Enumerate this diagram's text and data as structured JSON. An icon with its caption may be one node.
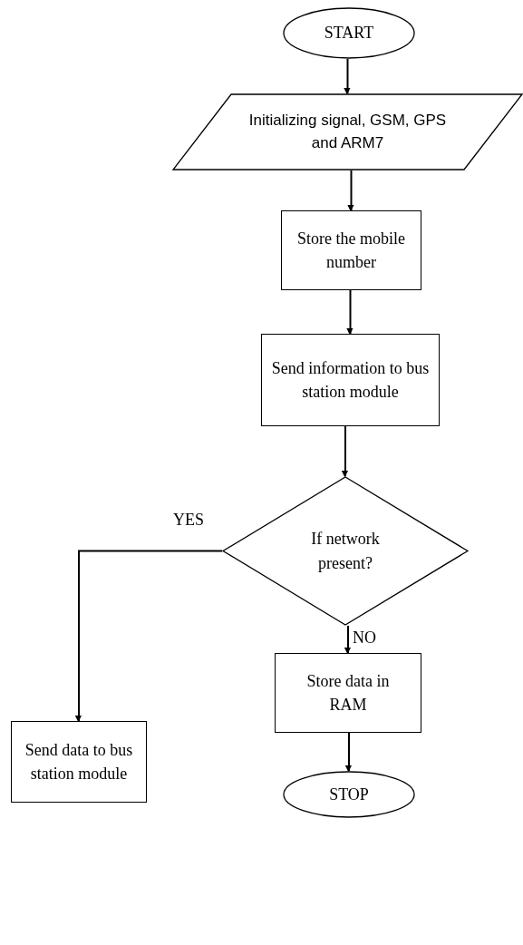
{
  "diagram": {
    "nodes": [
      {
        "text": [
          "START"
        ]
      },
      {
        "text": [
          "Initializing signal, GSM, GPS and ARM7"
        ]
      },
      {
        "text": [
          "Store the mobile number"
        ]
      },
      {
        "text": [
          "Send information to bus station module"
        ]
      },
      {
        "text": [
          "If network present?"
        ]
      },
      {
        "text": [
          "Send data to bus station module"
        ]
      },
      {
        "text": [
          "Store data in RAM"
        ]
      },
      {
        "text": [
          "STOP"
        ]
      }
    ],
    "edges": [
      {
        "from": 0,
        "to": 1,
        "arrow": "to"
      },
      {
        "from": 1,
        "to": 2,
        "arrow": "to"
      },
      {
        "from": 2,
        "to": 3,
        "arrow": "to"
      },
      {
        "from": 3,
        "to": 4,
        "arrow": "to"
      },
      {
        "from": 4,
        "to": 5,
        "arrow": "to",
        "label": "YES"
      },
      {
        "from": 4,
        "to": 6,
        "arrow": "to",
        "label": "NO"
      },
      {
        "from": 6,
        "to": 7,
        "arrow": "to"
      }
    ]
  }
}
